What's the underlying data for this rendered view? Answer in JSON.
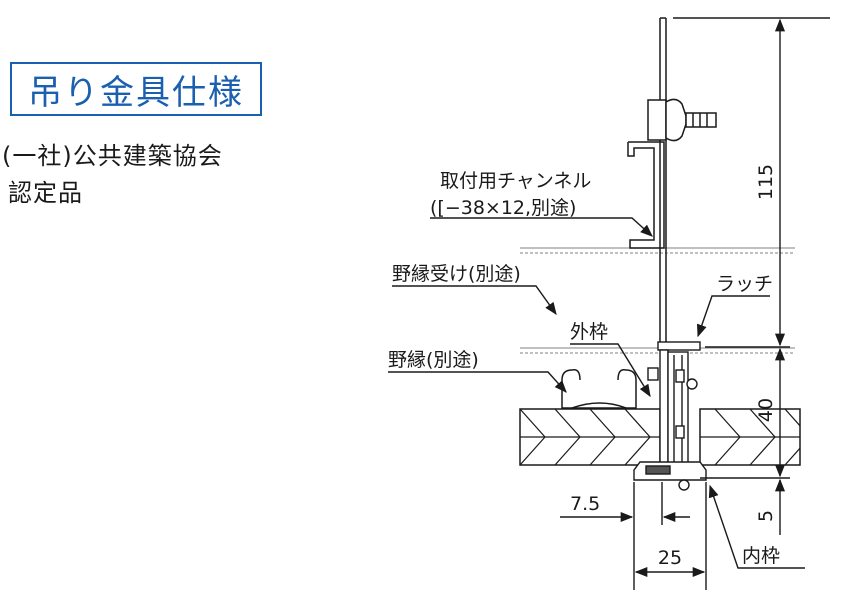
{
  "title": "吊り金具仕様",
  "association": "(一社)公共建築協会",
  "certified": "認定品",
  "colors": {
    "title": "#1a5fb0",
    "line": "#1a1a1a",
    "gray": "#9a9a9a"
  },
  "labels": {
    "channel": "取付用チャンネル",
    "channel_spec": "([−38×12,別途)",
    "receiver": "野縁受け(別途)",
    "latch": "ラッチ",
    "outer_frame": "外枠",
    "furring": "野縁(別途)",
    "inner_frame": "内枠"
  },
  "dimensions": {
    "height_upper": "115",
    "height_lower": "40",
    "height_bottom": "5",
    "width_small": "7.5",
    "width_large": "25"
  }
}
